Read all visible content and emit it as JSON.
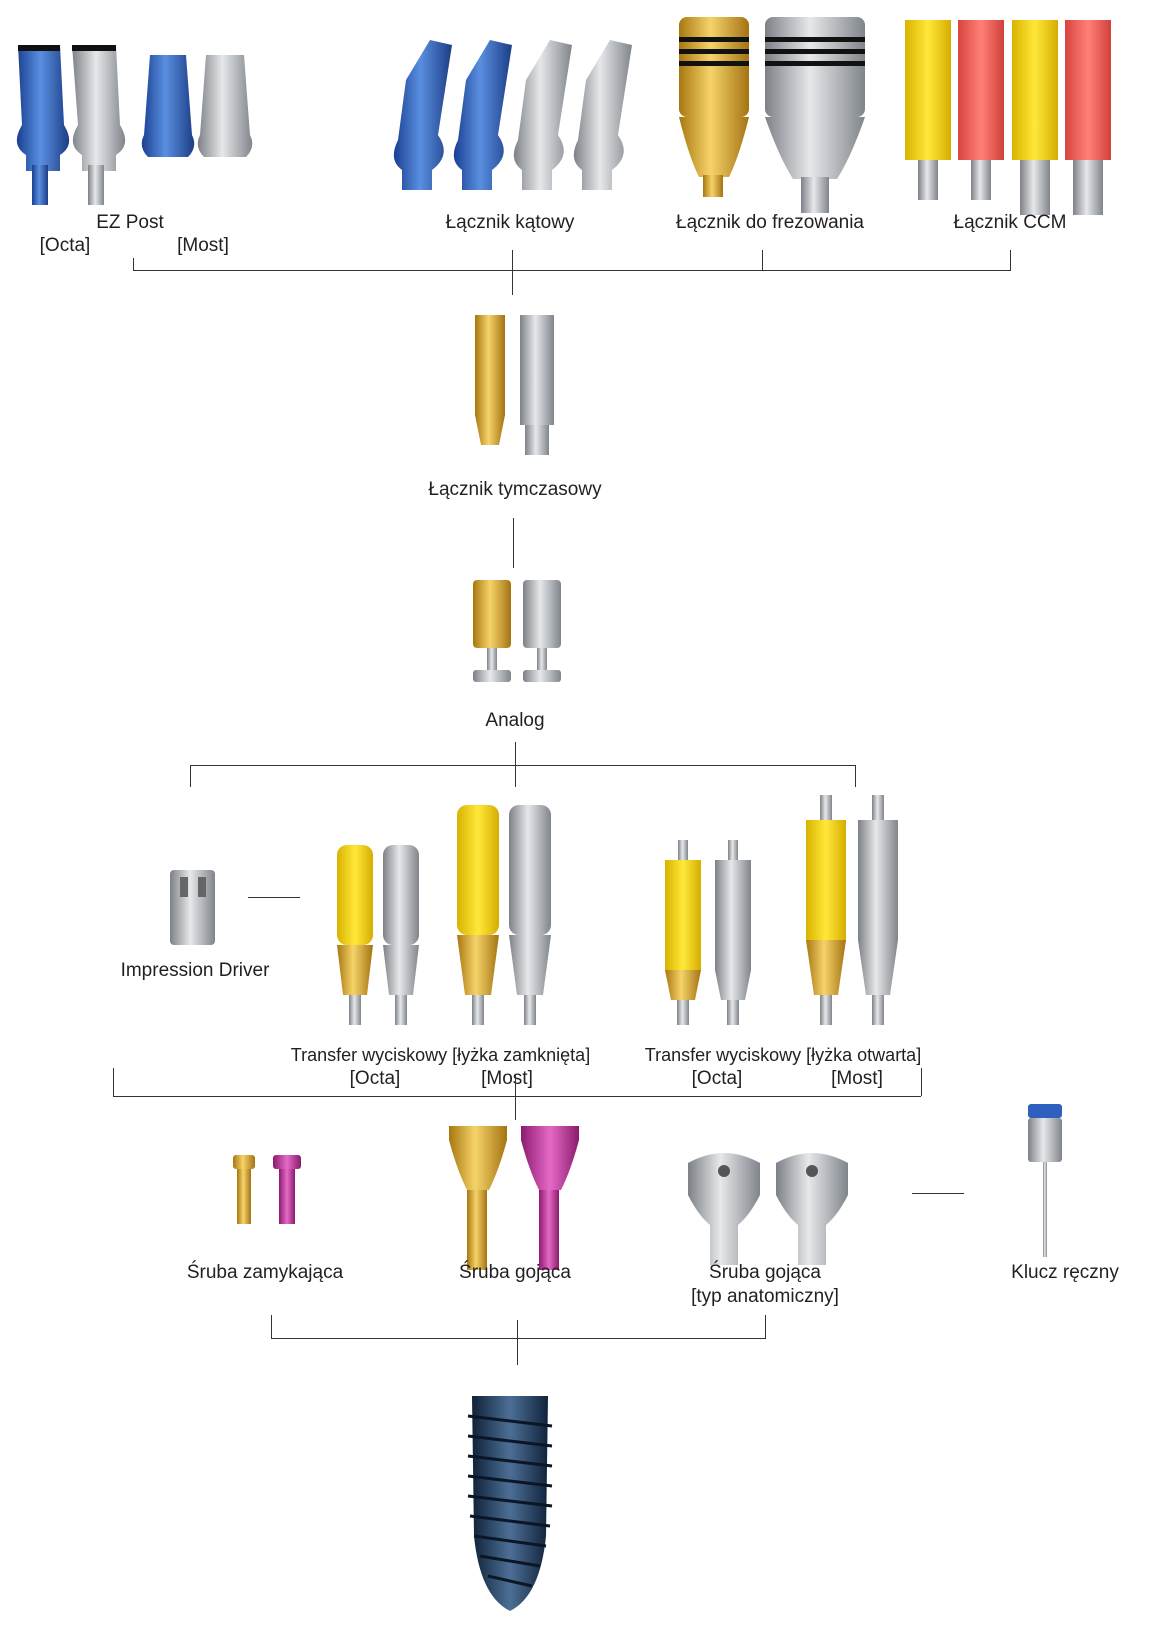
{
  "row1": {
    "ez_post": "EZ Post",
    "ez_post_octa": "[Octa]",
    "ez_post_most": "[Most]",
    "angled": "Łącznik kątowy",
    "milling": "Łącznik do frezowania",
    "ccm": "Łącznik CCM"
  },
  "temporary": "Łącznik tymczasowy",
  "analog": "Analog",
  "impression_driver": "Impression Driver",
  "transfer_closed": {
    "title": "Transfer wyciskowy [łyżka zamknięta]",
    "octa": "[Octa]",
    "most": "[Most]"
  },
  "transfer_open": {
    "title": "Transfer wyciskowy [łyżka otwarta]",
    "octa": "[Octa]",
    "most": "[Most]"
  },
  "row_bottom": {
    "cover_screw": "Śruba zamykająca",
    "healing_screw": "Śruba gojąca",
    "healing_anatomic_1": "Śruba gojąca",
    "healing_anatomic_2": "[typ anatomiczny]",
    "hand_driver": "Klucz ręczny"
  },
  "colors": {
    "blue": "#2f5fbf",
    "gold": "#e8b521",
    "silver": "#b8bcc1",
    "yellow": "#f2d500",
    "red": "#ef5a52",
    "magenta": "#c0319a",
    "implant": "#1f3a5c",
    "line": "#333333"
  }
}
